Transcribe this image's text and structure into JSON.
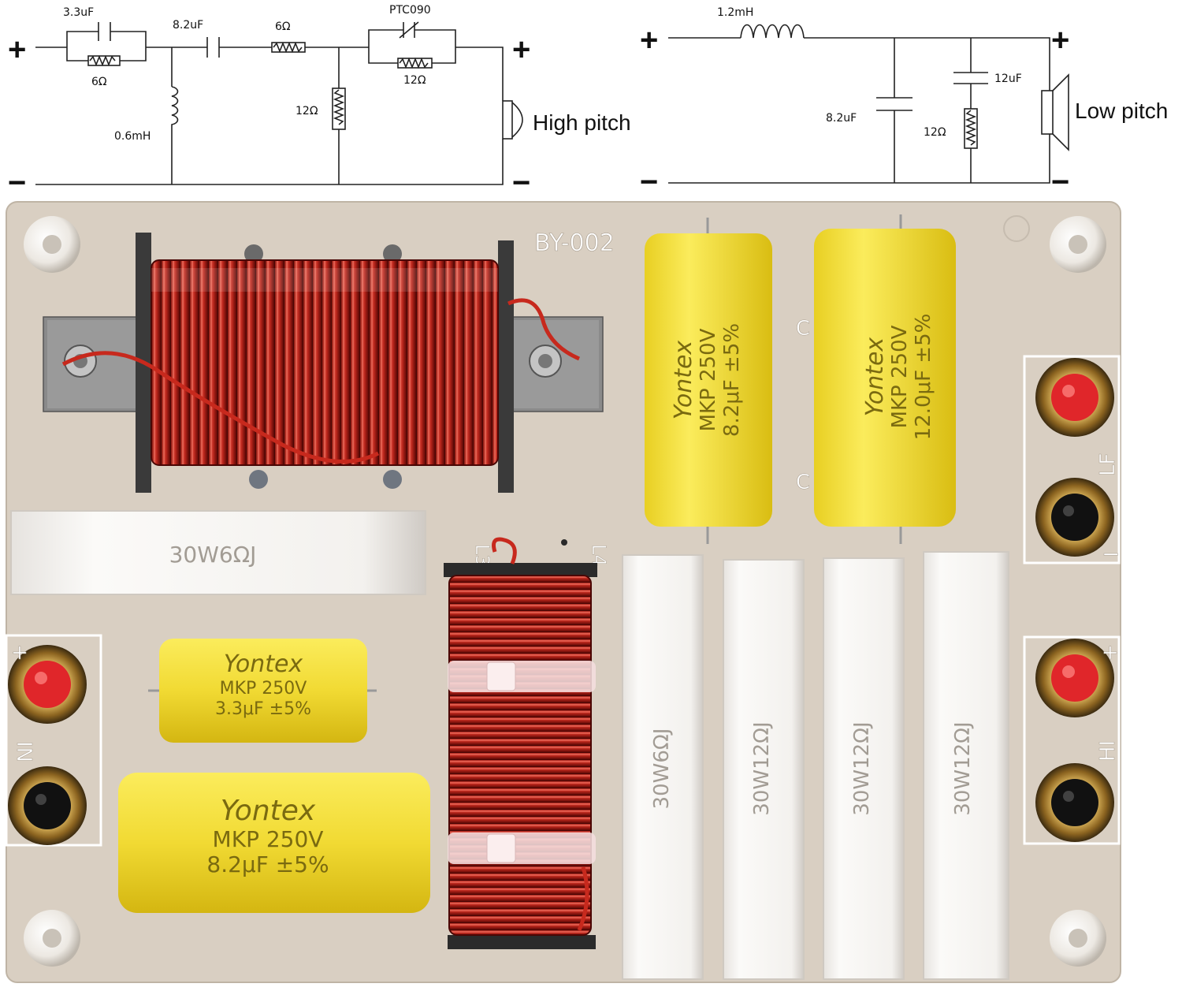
{
  "schematic_high": {
    "c1": "3.3uF",
    "r1": "6Ω",
    "c2": "8.2uF",
    "r2": "6Ω",
    "ptc": "PTC090",
    "r3": "12Ω",
    "l1": "0.6mH",
    "r4": "12Ω",
    "plus": "+",
    "minus": "−",
    "output": "High pitch"
  },
  "schematic_low": {
    "l1": "1.2mH",
    "c1": "8.2uF",
    "c2": "12uF",
    "r1": "12Ω",
    "plus": "+",
    "minus": "−",
    "output": "Low pitch"
  },
  "board": {
    "model": "BY-002",
    "resistor_top": "30W6ΩJ",
    "resistors_vertical": [
      "30W6ΩJ",
      "30W12ΩJ",
      "30W12ΩJ",
      "30W12ΩJ"
    ],
    "silk_in": "IN",
    "silk_hi": "HI",
    "silk_lf": "LF",
    "silk_plus": "+",
    "silk_minus": "−",
    "silk_l3": "L3",
    "silk_l4": "L4",
    "silk_c": "C",
    "silk_c2": "C",
    "caps": [
      {
        "brand": "Yontex",
        "line1": "MKP 250V",
        "line2": "8.2μF ±5%"
      },
      {
        "brand": "Yontex",
        "line1": "MKP 250V",
        "line2": "12.0μF ±5%"
      },
      {
        "brand": "Yontex",
        "line1": "MKP 250V",
        "line2": "3.3μF ±5%"
      },
      {
        "brand": "Yontex",
        "line1": "MKP 250V",
        "line2": "8.2μF ±5%"
      }
    ],
    "colors": {
      "pcb": "#d9cfc2",
      "capacitor": "#f3de3a",
      "copper": "#b3231a",
      "terminal_red": "#e0262a",
      "terminal_black": "#111111"
    }
  }
}
